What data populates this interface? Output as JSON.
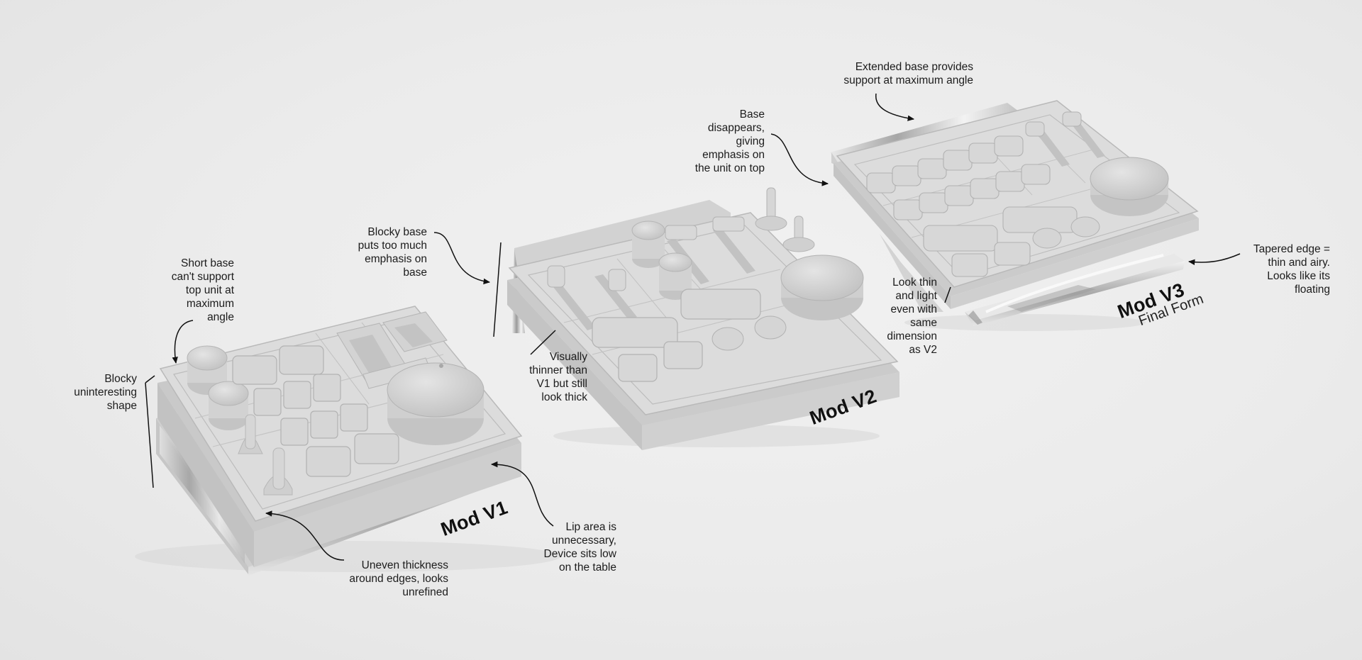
{
  "labels": {
    "v1": "Mod V1",
    "v2": "Mod V2",
    "v3": "Mod V3",
    "v3_sub": "Final Form"
  },
  "notes": {
    "short_base": "Short base\ncan't support\ntop unit at\nmaximum\nangle",
    "blocky_shape": "Blocky\nuninteresting\nshape",
    "uneven_thickness": "Uneven thickness\naround edges, looks\nunrefined",
    "lip_area": "Lip area is\nunnecessary,\nDevice sits low\non the table",
    "blocky_base": "Blocky base\nputs too much\nemphasis on\nbase",
    "visually_thinner": "Visually\nthinner than\nV1 but still\nlook thick",
    "base_disappears": "Base\ndisappears,\ngiving\nemphasis on\nthe unit on top",
    "extended_base": "Extended base provides\nsupport at maximum angle",
    "look_thin": "Look thin\nand light\neven with\nsame\ndimension\nas V2",
    "tapered_edge": "Tapered edge =\nthin and airy.\nLooks like its\nfloating"
  },
  "colors": {
    "background": "#ebebeb",
    "device_body": "#d4d4d4",
    "device_top": "#dcdcdc",
    "acrylic": "#bfbfbf",
    "ink": "#1a1a1a"
  }
}
